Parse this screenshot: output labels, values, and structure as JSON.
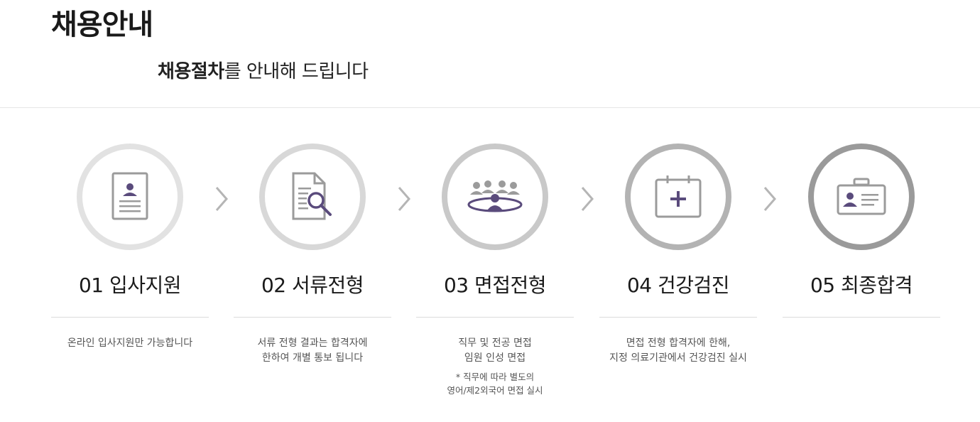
{
  "header": {
    "title": "채용안내",
    "subtitle_bold": "채용절차",
    "subtitle_rest": "를 안내해 드립니다"
  },
  "steps": [
    {
      "title": "01 입사지원",
      "desc": [
        "온라인 입사지원만 가능합니다"
      ],
      "note": [],
      "icon": "resume-icon",
      "ring_color": "#e2e2e2"
    },
    {
      "title": "02 서류전형",
      "desc": [
        "서류 전형 결과는 합격자에",
        "한하여 개별 통보 됩니다"
      ],
      "note": [],
      "icon": "document-search-icon",
      "ring_color": "#d8d8d8"
    },
    {
      "title": "03 면접전형",
      "desc": [
        "직무 및 전공 면접",
        "임원 인성 면접"
      ],
      "note": [
        "* 직무에 따라 별도의",
        "영어/제2외국어 면접 실시"
      ],
      "icon": "interview-group-icon",
      "ring_color": "#c9c9c9"
    },
    {
      "title": "04 건강검진",
      "desc": [
        "면접 전형 합격자에 한해,",
        "지정 의료기관에서 건강검진 실시"
      ],
      "note": [],
      "icon": "medical-calendar-icon",
      "ring_color": "#b3b3b3"
    },
    {
      "title": "05 최종합격",
      "desc": [],
      "note": [],
      "icon": "id-badge-icon",
      "ring_color": "#9a9a9a"
    }
  ],
  "colors": {
    "accent": "#5a4b7c",
    "icon_gray": "#9b9b9b",
    "arrow_gray": "#b5b5b5"
  }
}
